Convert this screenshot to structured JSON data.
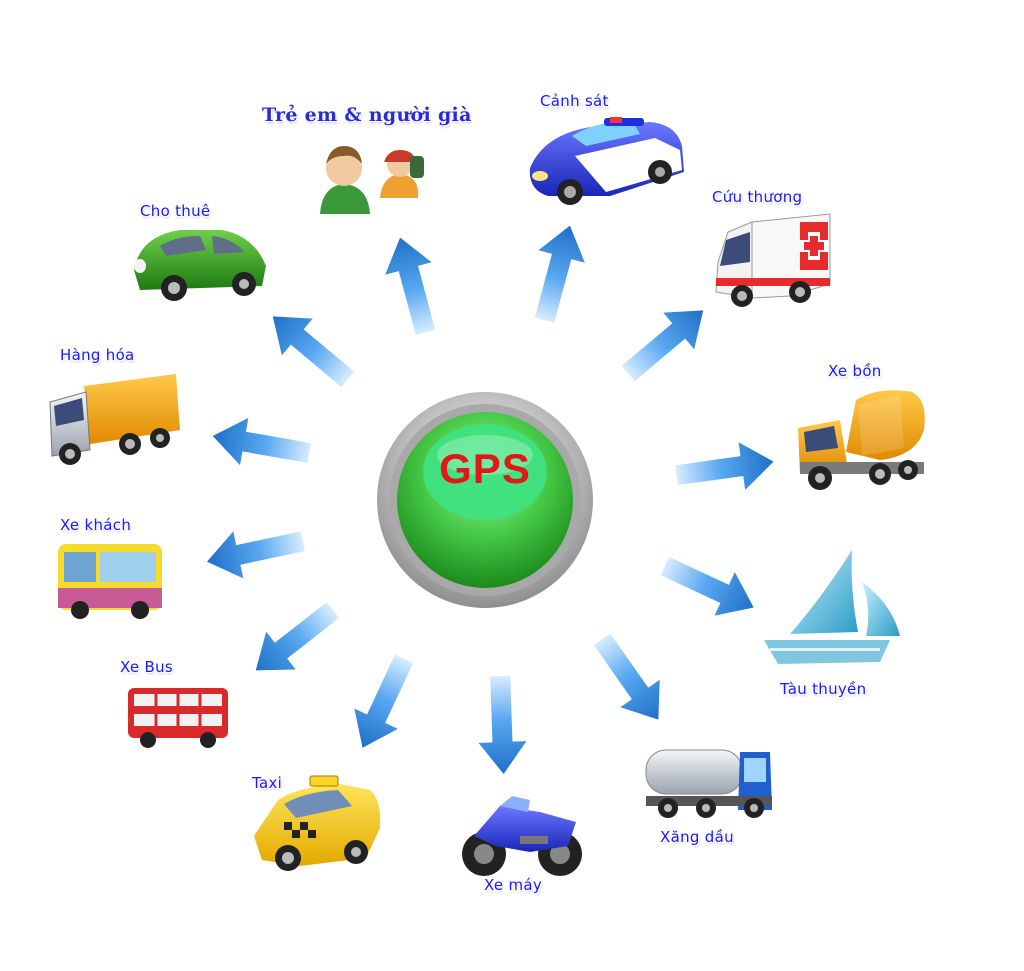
{
  "center": {
    "label": "GPS"
  },
  "colors": {
    "arrow": "#2f86e0",
    "label": "#1a1aff",
    "gps_text": "#e01818",
    "button_green": "#4cd04c",
    "button_ring": "#b9b9b9"
  },
  "nodes": [
    {
      "id": "canh-sat",
      "label": "Cảnh sát",
      "icon": "police-car-icon"
    },
    {
      "id": "cuu-thuong",
      "label": "Cứu thương",
      "icon": "ambulance-icon"
    },
    {
      "id": "xe-bon",
      "label": "Xe bồn",
      "icon": "mixer-truck-icon"
    },
    {
      "id": "tau-thuyen",
      "label": "Tàu thuyền",
      "icon": "sailboat-icon"
    },
    {
      "id": "xang-dau",
      "label": "Xăng dầu",
      "icon": "tanker-truck-icon"
    },
    {
      "id": "xe-may",
      "label": "Xe máy",
      "icon": "motorcycle-icon"
    },
    {
      "id": "taxi",
      "label": "Taxi",
      "icon": "taxi-icon"
    },
    {
      "id": "xe-bus",
      "label": "Xe Bus",
      "icon": "double-decker-bus-icon"
    },
    {
      "id": "xe-khach",
      "label": "Xe khách",
      "icon": "coach-bus-icon"
    },
    {
      "id": "hang-hoa",
      "label": "Hàng hóa",
      "icon": "cargo-truck-icon"
    },
    {
      "id": "cho-thue",
      "label": "Cho thuê",
      "icon": "beetle-car-icon"
    },
    {
      "id": "tre-em",
      "label": "Trẻ em & người già",
      "icon": "people-icon"
    }
  ]
}
